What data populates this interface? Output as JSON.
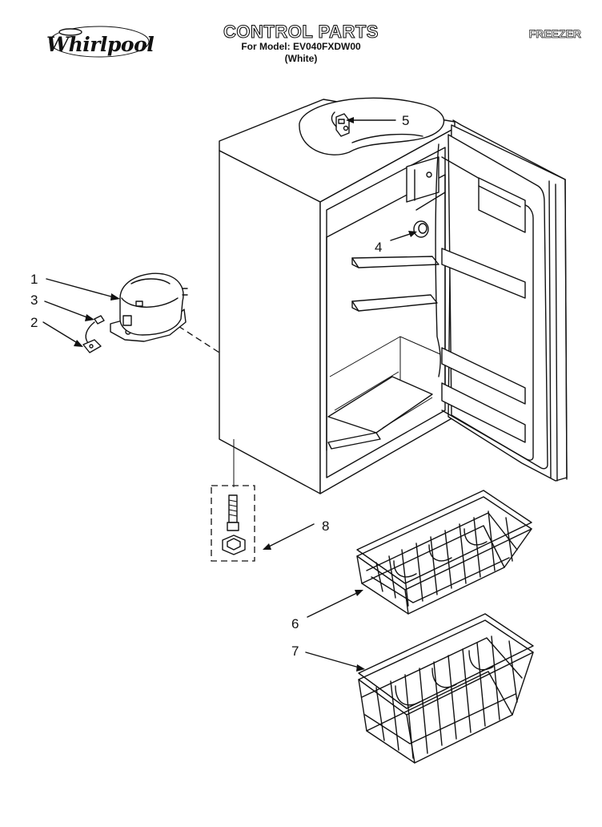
{
  "header": {
    "brand": "Whirlpool",
    "title": "CONTROL PARTS",
    "model_line": "For Model: EV040FXDW00",
    "variant": "(White)",
    "section": "FREEZER"
  },
  "callouts": [
    "1",
    "2",
    "3",
    "4",
    "5",
    "6",
    "7",
    "8"
  ],
  "icons": {
    "logo": "whirlpool-logo-icon",
    "freezer": "freezer-cabinet-icon",
    "compressor": "compressor-icon",
    "basket": "wire-basket-icon",
    "leveling_leg": "leveling-leg-icon"
  }
}
